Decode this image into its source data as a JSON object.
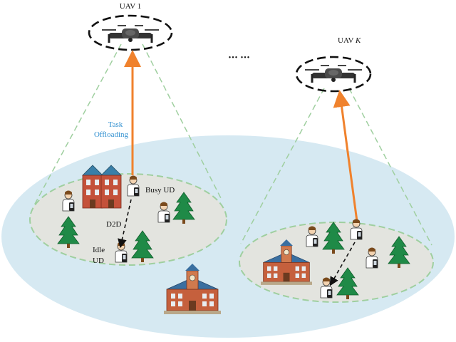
{
  "uavs": {
    "uav1_label": "UAV 1",
    "uavk_prefix": "UAV ",
    "uavk_suffix": "K",
    "dots_label": "••• •••"
  },
  "links": {
    "offload_line1": "Task",
    "offload_line2": "Offloading",
    "d2d_label": "D2D"
  },
  "devices": {
    "busy_label": "Busy UD",
    "idle_line1": "Idle",
    "idle_line2": "UD"
  },
  "colors": {
    "ground": "#d6e9f2",
    "cell_fill": "#e3e4df",
    "cone": "#9fcf9f",
    "offload_arrow": "#f0822d",
    "offload_text": "#2f8fd0",
    "ring": "#111111"
  },
  "icons": [
    "drone-icon",
    "house-icon",
    "school-icon",
    "tree-icon",
    "person-icon",
    "phone-icon"
  ]
}
